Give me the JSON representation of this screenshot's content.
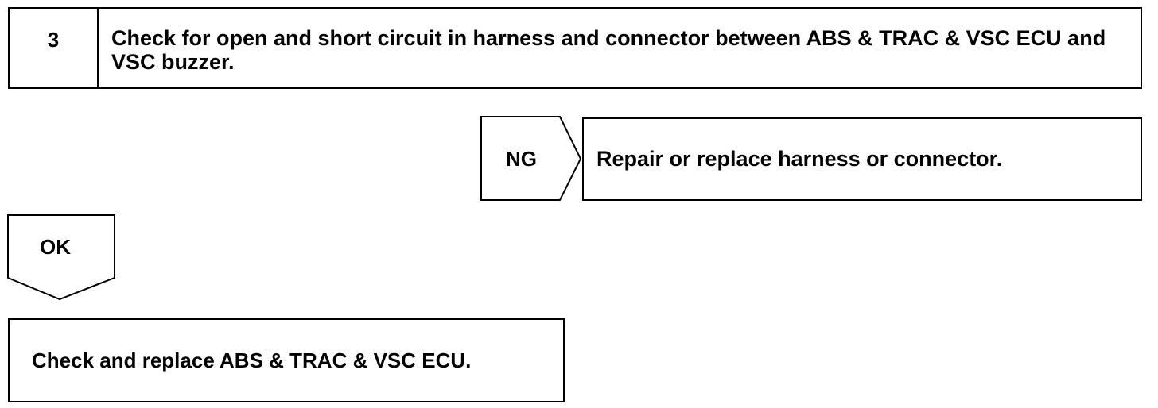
{
  "step": {
    "number": "3",
    "text": "Check for open and short circuit in harness and connector between ABS & TRAC & VSC ECU and VSC buzzer."
  },
  "ng_branch": {
    "label": "NG",
    "action": "Repair or replace harness or connector."
  },
  "ok_branch": {
    "label": "OK"
  },
  "final_step": {
    "text": "Check and replace ABS & TRAC & VSC ECU."
  }
}
